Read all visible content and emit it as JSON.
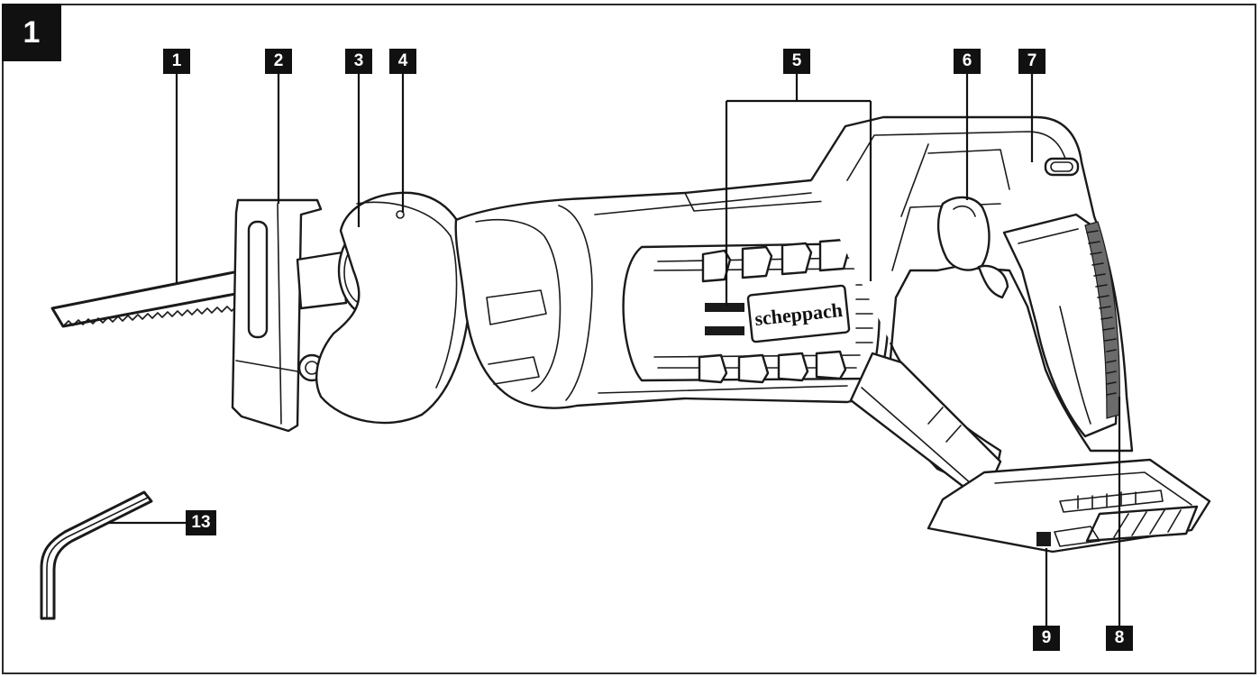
{
  "figure": {
    "number": "1"
  },
  "callouts": {
    "c1": "1",
    "c2": "2",
    "c3": "3",
    "c4": "4",
    "c5": "5",
    "c6": "6",
    "c7": "7",
    "c8": "8",
    "c9": "9",
    "c13": "13"
  },
  "brand": {
    "logo_text": "scheppach"
  },
  "colors": {
    "ink": "#1a1a1a",
    "paper": "#ffffff",
    "badge": "#111111"
  }
}
